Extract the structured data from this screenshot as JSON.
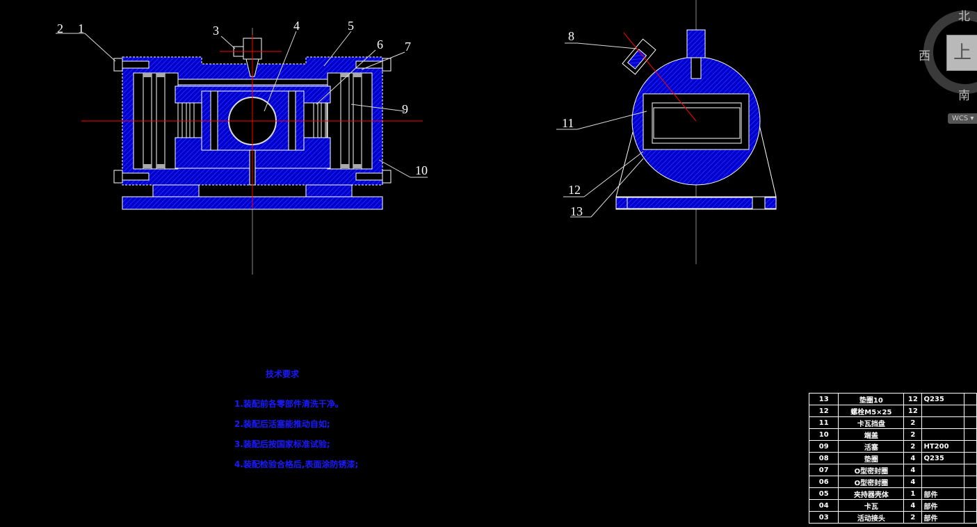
{
  "drawing": {
    "part_labels_left": [
      "2",
      "1",
      "3",
      "4",
      "5",
      "6",
      "7",
      "9",
      "10"
    ],
    "part_labels_right": [
      "8",
      "11",
      "12",
      "13"
    ],
    "hatch_color": "#0000cc",
    "centerline_color": "#ff0000"
  },
  "tech_requirements": {
    "title": "技术要求",
    "items": [
      "1.装配前各零部件清洗干净。",
      "2.装配后活塞能推动自如;",
      "3.装配后按国家标准试验;",
      "4.装配检验合格后,表面涂防锈漆;"
    ]
  },
  "bom": {
    "rows": [
      [
        "13",
        "垫圈10",
        "12",
        "Q235"
      ],
      [
        "12",
        "螺栓M5×25",
        "12",
        ""
      ],
      [
        "11",
        "卡瓦挡盘",
        "2",
        ""
      ],
      [
        "10",
        "端盖",
        "2",
        ""
      ],
      [
        "09",
        "活塞",
        "2",
        "HT200"
      ],
      [
        "08",
        "垫圈",
        "4",
        "Q235"
      ],
      [
        "07",
        "O型密封圈",
        "4",
        ""
      ],
      [
        "06",
        "O型密封圈",
        "4",
        ""
      ],
      [
        "05",
        "夹持器壳体",
        "1",
        "部件"
      ],
      [
        "04",
        "卡瓦",
        "4",
        "部件"
      ],
      [
        "03",
        "活动接头",
        "2",
        "部件"
      ]
    ]
  },
  "viewcube": {
    "north": "北",
    "south": "南",
    "west": "西",
    "face": "上",
    "wcs_label": "WCS"
  }
}
